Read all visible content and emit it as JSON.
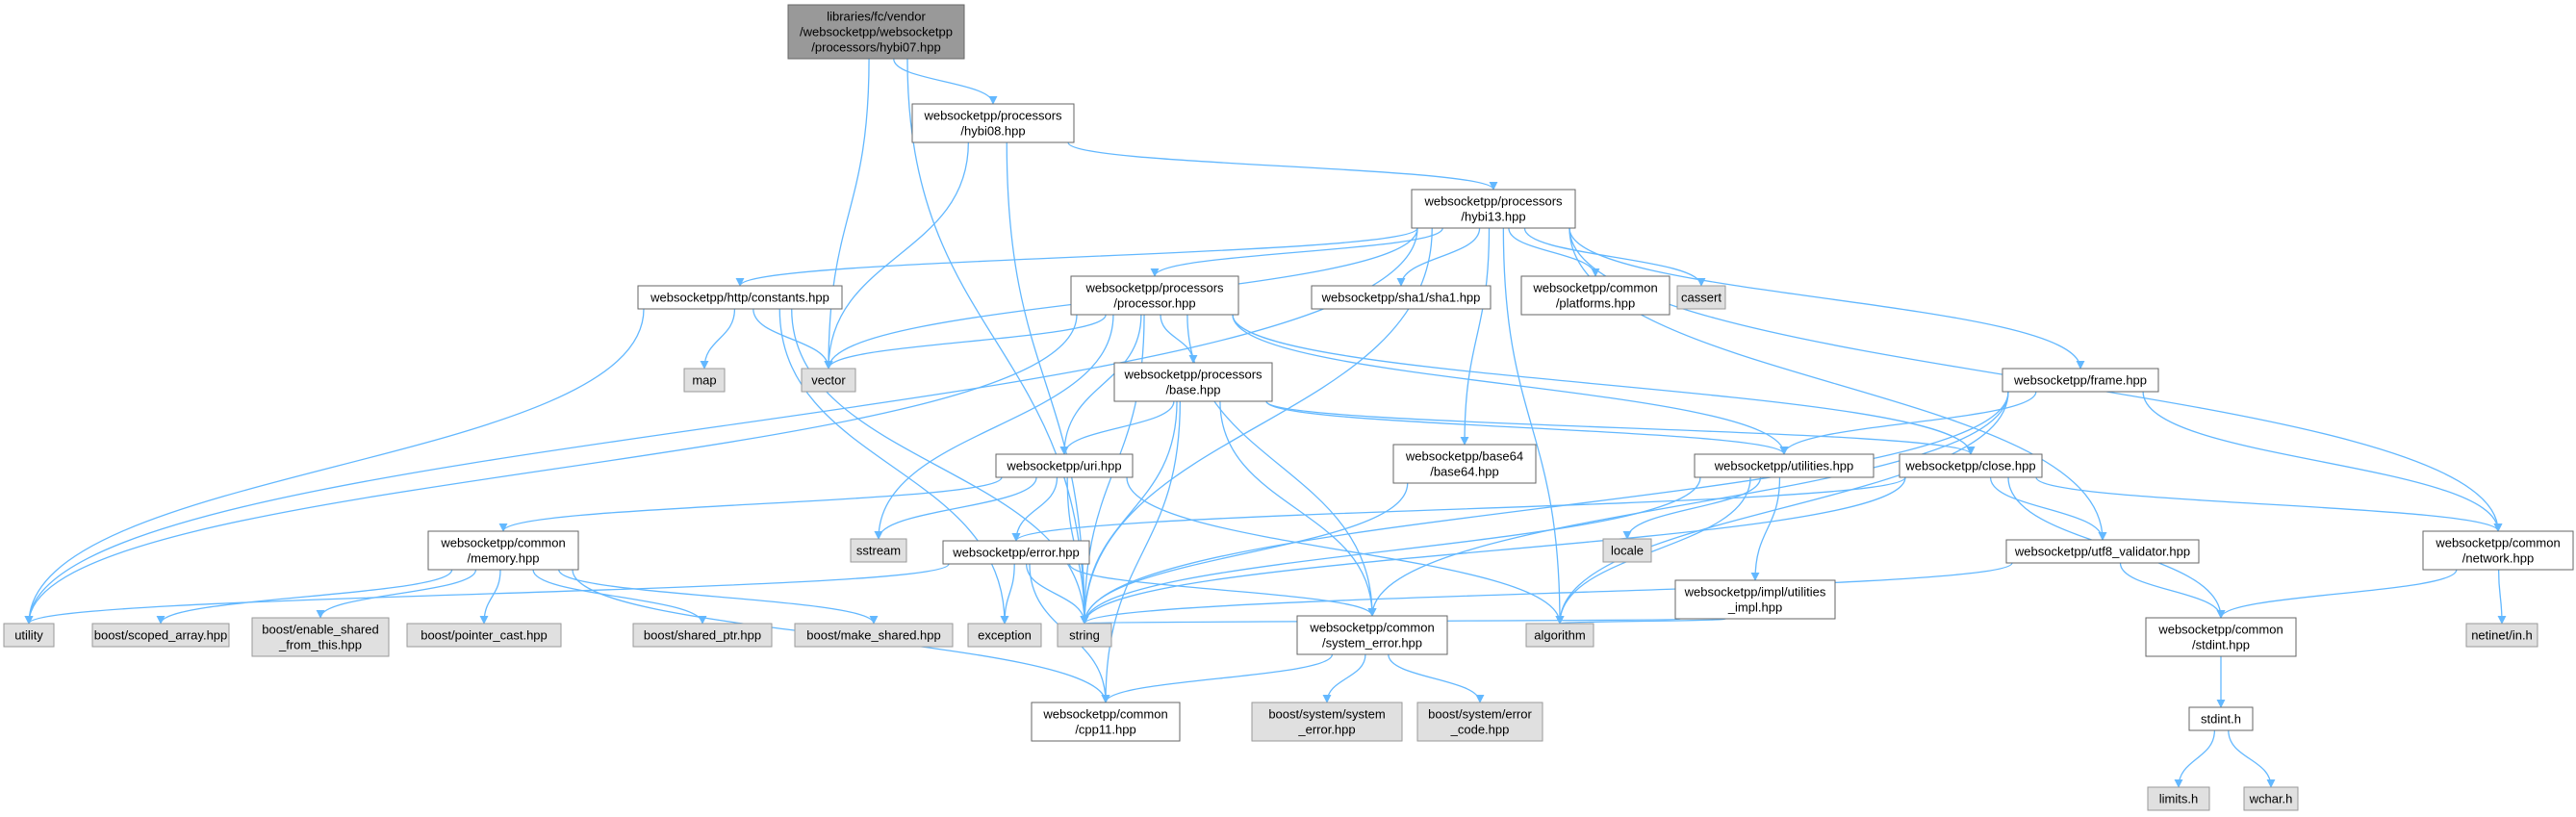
{
  "colors": {
    "edge": "#63b8ff",
    "root_fill": "#999999",
    "local_fill": "#ffffff",
    "system_fill": "#e0e0e0",
    "border": "#666666"
  },
  "nodes": {
    "hybi07": {
      "kind": "root",
      "lines": [
        "libraries/fc/vendor",
        "/websocketpp/websocketpp",
        "/processors/hybi07.hpp"
      ]
    },
    "hybi08": {
      "kind": "local",
      "lines": [
        "websocketpp/processors",
        "/hybi08.hpp"
      ]
    },
    "hybi13": {
      "kind": "local",
      "lines": [
        "websocketpp/processors",
        "/hybi13.hpp"
      ]
    },
    "http_constants": {
      "kind": "local",
      "lines": [
        "websocketpp/http/constants.hpp"
      ]
    },
    "processor": {
      "kind": "local",
      "lines": [
        "websocketpp/processors",
        "/processor.hpp"
      ]
    },
    "sha1": {
      "kind": "local",
      "lines": [
        "websocketpp/sha1/sha1.hpp"
      ]
    },
    "platforms": {
      "kind": "local",
      "lines": [
        "websocketpp/common",
        "/platforms.hpp"
      ]
    },
    "cassert": {
      "kind": "system",
      "lines": [
        "cassert"
      ]
    },
    "frame": {
      "kind": "local",
      "lines": [
        "websocketpp/frame.hpp"
      ]
    },
    "map": {
      "kind": "system",
      "lines": [
        "map"
      ]
    },
    "vector": {
      "kind": "system",
      "lines": [
        "vector"
      ]
    },
    "base": {
      "kind": "local",
      "lines": [
        "websocketpp/processors",
        "/base.hpp"
      ]
    },
    "uri": {
      "kind": "local",
      "lines": [
        "websocketpp/uri.hpp"
      ]
    },
    "base64": {
      "kind": "local",
      "lines": [
        "websocketpp/base64",
        "/base64.hpp"
      ]
    },
    "utilities": {
      "kind": "local",
      "lines": [
        "websocketpp/utilities.hpp"
      ]
    },
    "close": {
      "kind": "local",
      "lines": [
        "websocketpp/close.hpp"
      ]
    },
    "memory": {
      "kind": "local",
      "lines": [
        "websocketpp/common",
        "/memory.hpp"
      ]
    },
    "sstream": {
      "kind": "system",
      "lines": [
        "sstream"
      ]
    },
    "error": {
      "kind": "local",
      "lines": [
        "websocketpp/error.hpp"
      ]
    },
    "locale": {
      "kind": "system",
      "lines": [
        "locale"
      ]
    },
    "utilities_impl": {
      "kind": "local",
      "lines": [
        "websocketpp/impl/utilities",
        "_impl.hpp"
      ]
    },
    "utf8": {
      "kind": "local",
      "lines": [
        "websocketpp/utf8_validator.hpp"
      ]
    },
    "network": {
      "kind": "local",
      "lines": [
        "websocketpp/common",
        "/network.hpp"
      ]
    },
    "utility": {
      "kind": "system",
      "lines": [
        "utility"
      ]
    },
    "scoped_array": {
      "kind": "system",
      "lines": [
        "boost/scoped_array.hpp"
      ]
    },
    "enable_shared": {
      "kind": "system",
      "lines": [
        "boost/enable_shared",
        "_from_this.hpp"
      ]
    },
    "pointer_cast": {
      "kind": "system",
      "lines": [
        "boost/pointer_cast.hpp"
      ]
    },
    "shared_ptr": {
      "kind": "system",
      "lines": [
        "boost/shared_ptr.hpp"
      ]
    },
    "make_shared": {
      "kind": "system",
      "lines": [
        "boost/make_shared.hpp"
      ]
    },
    "exception": {
      "kind": "system",
      "lines": [
        "exception"
      ]
    },
    "string": {
      "kind": "system",
      "lines": [
        "string"
      ]
    },
    "system_error": {
      "kind": "local",
      "lines": [
        "websocketpp/common",
        "/system_error.hpp"
      ]
    },
    "algorithm": {
      "kind": "system",
      "lines": [
        "algorithm"
      ]
    },
    "stdint_hpp": {
      "kind": "local",
      "lines": [
        "websocketpp/common",
        "/stdint.hpp"
      ]
    },
    "netinet": {
      "kind": "system",
      "lines": [
        "netinet/in.h"
      ]
    },
    "cpp11": {
      "kind": "local",
      "lines": [
        "websocketpp/common",
        "/cpp11.hpp"
      ]
    },
    "boost_system_error": {
      "kind": "system",
      "lines": [
        "boost/system/system",
        "_error.hpp"
      ]
    },
    "boost_error_code": {
      "kind": "system",
      "lines": [
        "boost/system/error",
        "_code.hpp"
      ]
    },
    "stdint_h": {
      "kind": "local",
      "lines": [
        "stdint.h"
      ]
    },
    "limits": {
      "kind": "system",
      "lines": [
        "limits.h"
      ]
    },
    "wchar": {
      "kind": "system",
      "lines": [
        "wchar.h"
      ]
    }
  },
  "edges": [
    [
      "hybi07",
      "hybi08"
    ],
    [
      "hybi07",
      "vector"
    ],
    [
      "hybi07",
      "string"
    ],
    [
      "hybi08",
      "hybi13"
    ],
    [
      "hybi08",
      "vector"
    ],
    [
      "hybi08",
      "string"
    ],
    [
      "hybi13",
      "utility"
    ],
    [
      "hybi13",
      "http_constants"
    ],
    [
      "hybi13",
      "processor"
    ],
    [
      "hybi13",
      "vector"
    ],
    [
      "hybi13",
      "string"
    ],
    [
      "hybi13",
      "sha1"
    ],
    [
      "hybi13",
      "platforms"
    ],
    [
      "hybi13",
      "cassert"
    ],
    [
      "hybi13",
      "frame"
    ],
    [
      "hybi13",
      "base64"
    ],
    [
      "hybi13",
      "utf8"
    ],
    [
      "hybi13",
      "algorithm"
    ],
    [
      "hybi13",
      "network"
    ],
    [
      "http_constants",
      "map"
    ],
    [
      "http_constants",
      "vector"
    ],
    [
      "http_constants",
      "utility"
    ],
    [
      "http_constants",
      "string"
    ],
    [
      "http_constants",
      "exception"
    ],
    [
      "processor",
      "vector"
    ],
    [
      "processor",
      "base"
    ],
    [
      "processor",
      "uri"
    ],
    [
      "processor",
      "sstream"
    ],
    [
      "processor",
      "utility"
    ],
    [
      "processor",
      "string"
    ],
    [
      "processor",
      "system_error"
    ],
    [
      "processor",
      "utilities"
    ],
    [
      "processor",
      "close"
    ],
    [
      "base",
      "uri"
    ],
    [
      "base",
      "cpp11"
    ],
    [
      "base",
      "string"
    ],
    [
      "base",
      "system_error"
    ],
    [
      "base",
      "utilities"
    ],
    [
      "base",
      "close"
    ],
    [
      "uri",
      "memory"
    ],
    [
      "uri",
      "sstream"
    ],
    [
      "uri",
      "error"
    ],
    [
      "uri",
      "string"
    ],
    [
      "uri",
      "algorithm"
    ],
    [
      "memory",
      "scoped_array"
    ],
    [
      "memory",
      "enable_shared"
    ],
    [
      "memory",
      "pointer_cast"
    ],
    [
      "memory",
      "shared_ptr"
    ],
    [
      "memory",
      "make_shared"
    ],
    [
      "memory",
      "cpp11"
    ],
    [
      "error",
      "exception"
    ],
    [
      "error",
      "string"
    ],
    [
      "error",
      "utility"
    ],
    [
      "error",
      "cpp11"
    ],
    [
      "error",
      "system_error"
    ],
    [
      "frame",
      "utilities"
    ],
    [
      "frame",
      "network"
    ],
    [
      "frame",
      "algorithm"
    ],
    [
      "frame",
      "string"
    ],
    [
      "frame",
      "system_error"
    ],
    [
      "base64",
      "string"
    ],
    [
      "utilities",
      "locale"
    ],
    [
      "utilities",
      "utilities_impl"
    ],
    [
      "utilities",
      "string"
    ],
    [
      "utilities",
      "algorithm"
    ],
    [
      "utilities_impl",
      "algorithm"
    ],
    [
      "utilities_impl",
      "string"
    ],
    [
      "close",
      "error"
    ],
    [
      "close",
      "utf8"
    ],
    [
      "close",
      "network"
    ],
    [
      "close",
      "stdint_hpp"
    ],
    [
      "close",
      "string"
    ],
    [
      "utf8",
      "stdint_hpp"
    ],
    [
      "utf8",
      "string"
    ],
    [
      "network",
      "netinet"
    ],
    [
      "network",
      "stdint_hpp"
    ],
    [
      "system_error",
      "cpp11"
    ],
    [
      "system_error",
      "boost_system_error"
    ],
    [
      "system_error",
      "boost_error_code"
    ],
    [
      "stdint_hpp",
      "stdint_h"
    ],
    [
      "stdint_h",
      "limits"
    ],
    [
      "stdint_h",
      "wchar"
    ]
  ]
}
